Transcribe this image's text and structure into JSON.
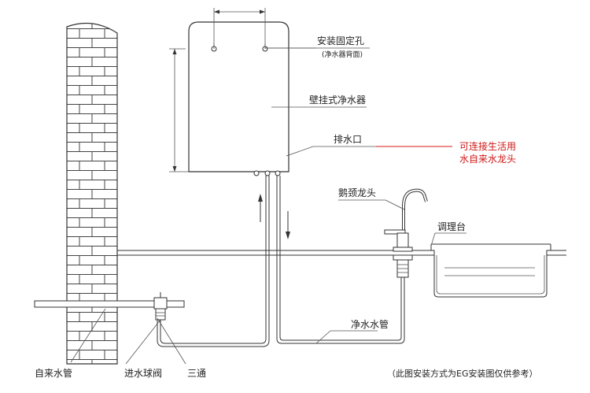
{
  "labels": {
    "mount_holes": "安装固定孔",
    "mount_holes_note": "(净水器背面)",
    "purifier": "壁挂式净水器",
    "drain_outlet": "排水口",
    "drain_note_line1": "可连接生活用",
    "drain_note_line2": "水自来水龙头",
    "faucet": "鹅颈龙头",
    "counter": "调理台",
    "pure_pipe": "净水水管",
    "tap_pipe": "自来水管",
    "inlet_valve": "进水球阀",
    "tee": "三通",
    "footnote": "（此图安装方式为EG安装图仅供参考）"
  },
  "colors": {
    "line": "#333333",
    "accent": "#d01818"
  }
}
